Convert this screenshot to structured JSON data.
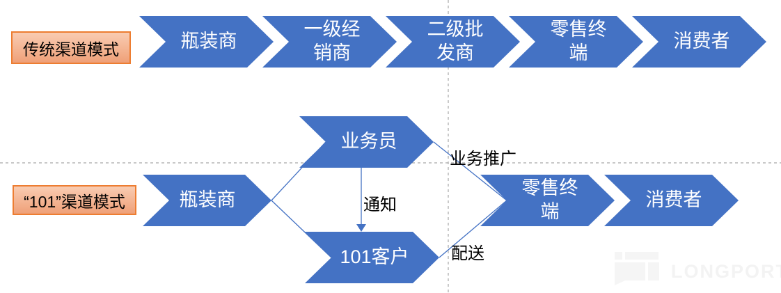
{
  "diagram": {
    "traditional": {
      "label": "传统渠道模式",
      "steps": [
        "瓶装商",
        "一级经\n销商",
        "二级批\n发商",
        "零售终\n端",
        "消费者"
      ]
    },
    "model101": {
      "label": "“101”渠道模式",
      "bottler": "瓶装商",
      "salesman": "业务员",
      "customer_101": "101客户",
      "retail": "零售终\n端",
      "consumer": "消费者",
      "annotation_promotion": "业务推广",
      "annotation_notify": "通知",
      "annotation_delivery": "配送"
    },
    "colors": {
      "chevron_blue": "#4472c4",
      "label_fill_light": "#f9ccb2",
      "label_fill_dark": "#efa078",
      "label_border": "#ed7d31",
      "connector_blue": "#4472c4",
      "dashed_gray": "#a6a6a6",
      "chevron_text": "#ffffff",
      "annotation_text": "#000000",
      "watermark_gray": "#f3f3f3"
    }
  },
  "watermark": {
    "brand": "LONGPORT"
  }
}
